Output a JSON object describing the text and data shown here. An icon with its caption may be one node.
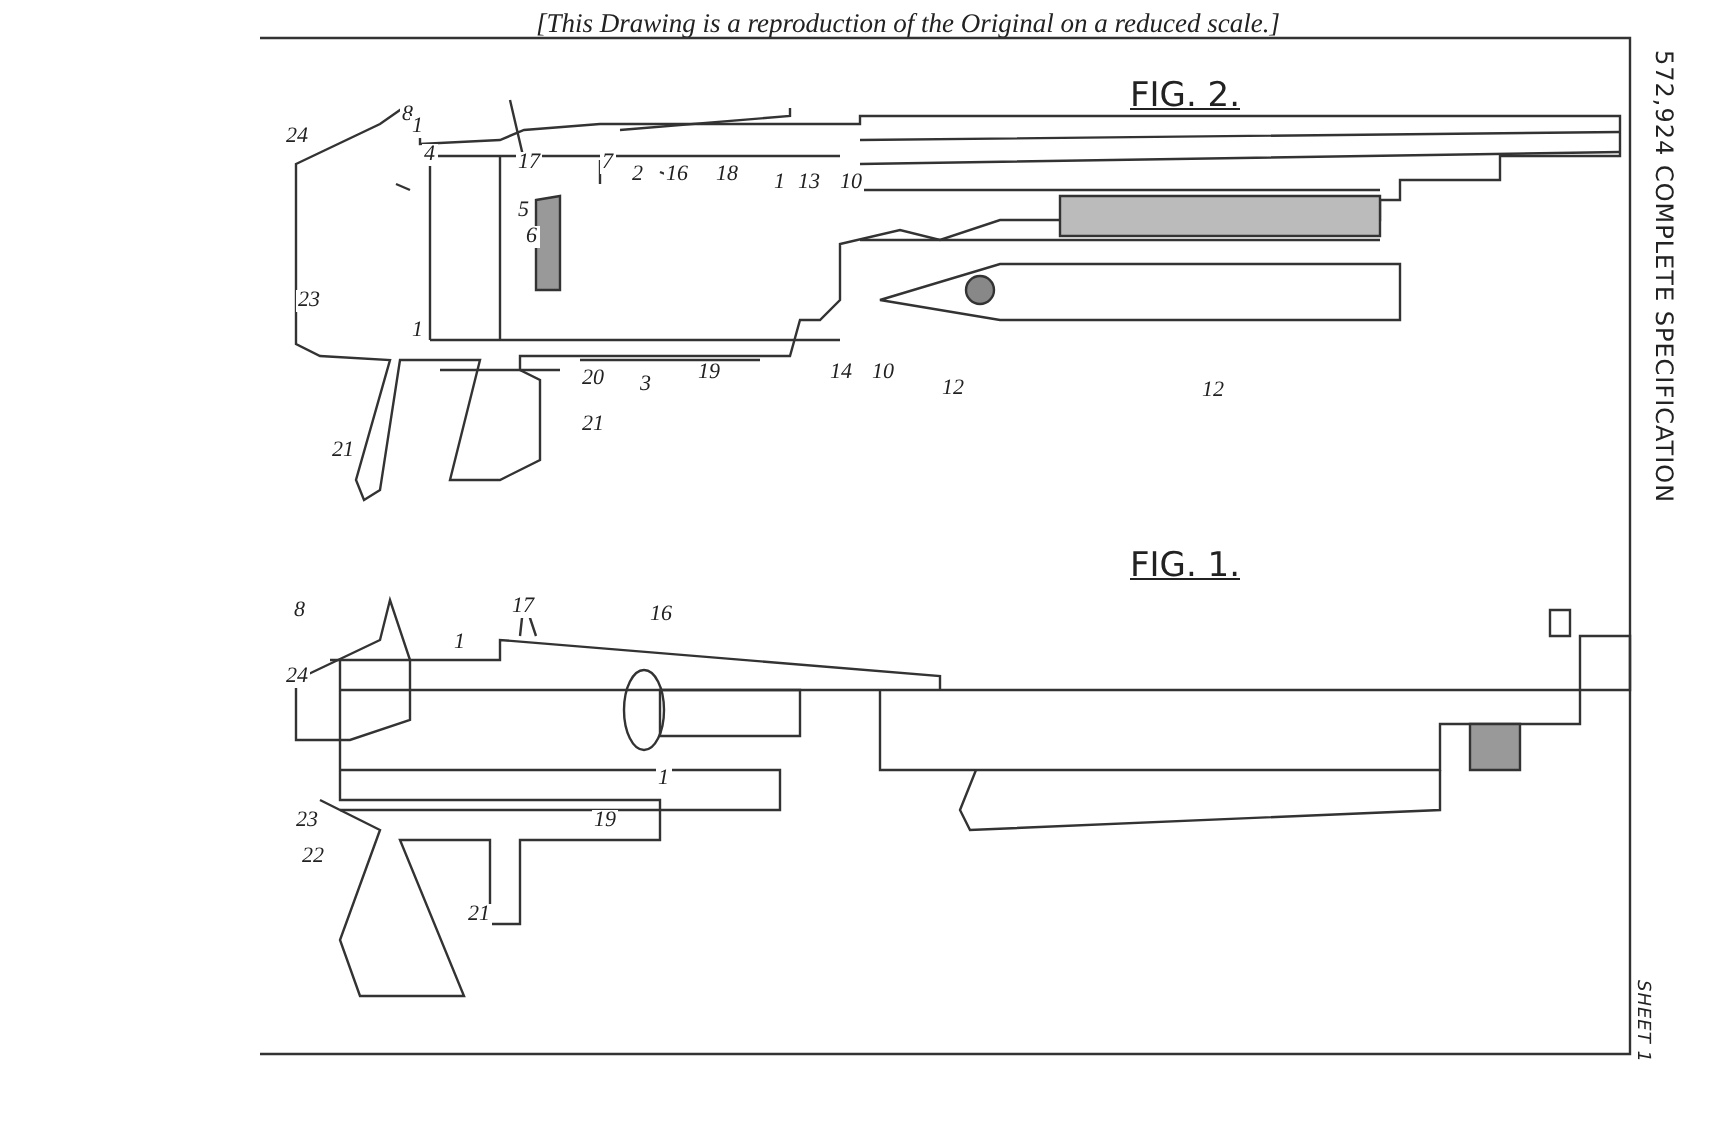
{
  "diagram": {
    "title": "[This Drawing is a reproduction of the Original on a reduced scale.]",
    "labels": [
      "572,924 COMPLETE SPECIFICATION",
      "FIG. 2.",
      "8",
      "24",
      "1",
      "4",
      "17",
      "7",
      "2",
      "16",
      "18",
      "5",
      "6",
      "1",
      "13",
      "10",
      "23",
      "1",
      "20",
      "3",
      "19",
      "14",
      "10",
      "12",
      "12",
      "21",
      "21",
      "FIG. 1.",
      "8",
      "17",
      "16",
      "1",
      "24",
      "1",
      "23",
      "22",
      "19",
      "21",
      "SHEET 1"
    ]
  }
}
